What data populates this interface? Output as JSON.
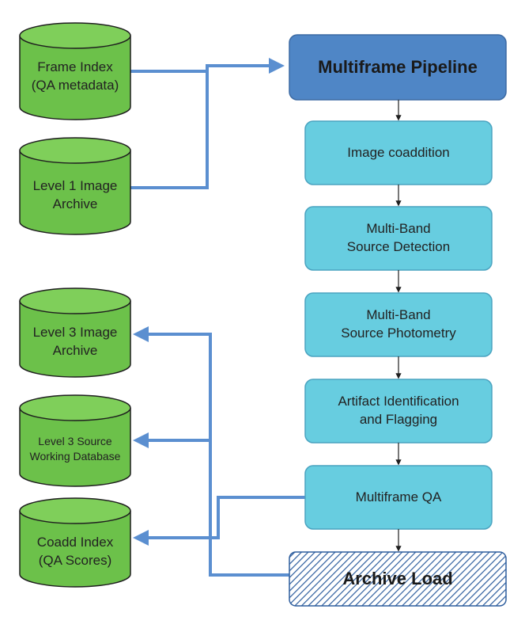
{
  "inputs": {
    "frame_index": {
      "line1": "Frame Index",
      "line2": "(QA metadata)"
    },
    "level1_archive": {
      "line1": "Level 1 Image",
      "line2": "Archive"
    }
  },
  "outputs": {
    "level3_archive": {
      "line1": "Level 3 Image",
      "line2": "Archive"
    },
    "level3_source_db": {
      "line1": "Level 3 Source",
      "line2": "Working Database"
    },
    "coadd_index": {
      "line1": "Coadd Index",
      "line2": "(QA Scores)"
    }
  },
  "pipeline": {
    "title": "Multiframe Pipeline",
    "steps": [
      {
        "line1": "Image coaddition",
        "line2": ""
      },
      {
        "line1": "Multi-Band",
        "line2": "Source Detection"
      },
      {
        "line1": "Multi-Band",
        "line2": "Source Photometry"
      },
      {
        "line1": "Artifact Identification",
        "line2": "and Flagging"
      },
      {
        "line1": "Multiframe QA",
        "line2": ""
      }
    ],
    "archive_load": "Archive Load"
  },
  "colors": {
    "db_fill": "#6cc14a",
    "db_top": "#7fcf5a",
    "db_stroke": "#1f1f1f",
    "pipeline_header": "#4f86c6",
    "step_fill": "#67cde0",
    "step_stroke": "#4aa3c0",
    "connector": "#5b8fd0",
    "archive_hatch": "#2e5e9e"
  }
}
